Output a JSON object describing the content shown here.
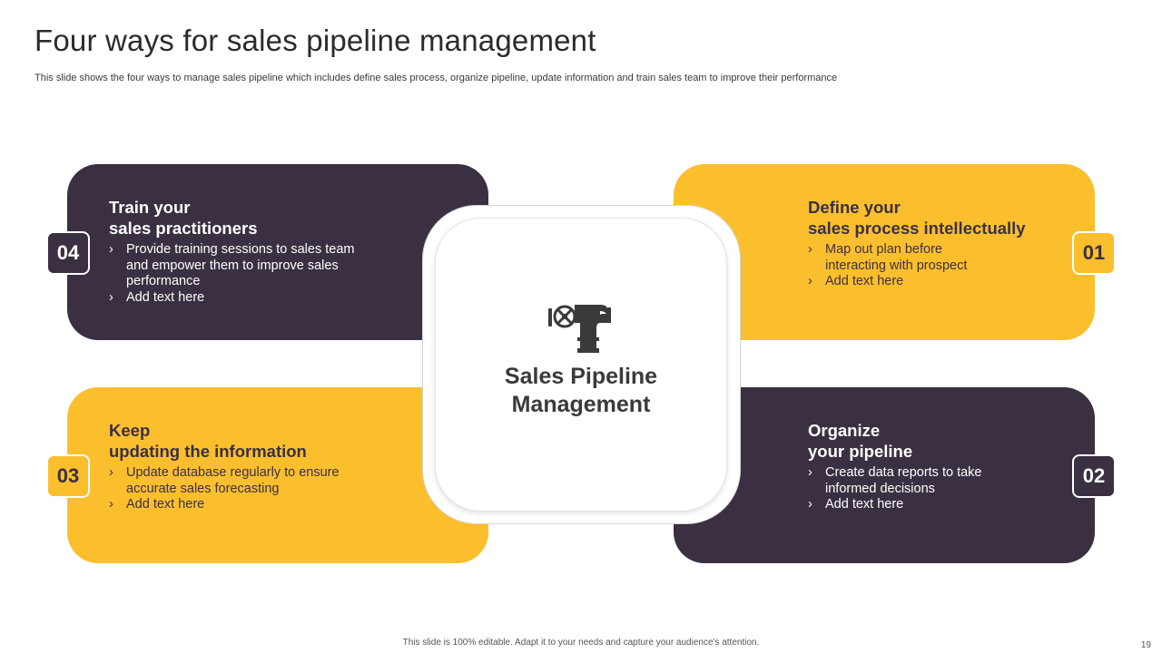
{
  "slide": {
    "title": "Four ways for sales pipeline management",
    "subtitle": "This slide shows the four ways to manage sales pipeline which includes define sales process, organize pipeline, update information and train sales team to improve their performance",
    "footer": "This slide is 100% editable. Adapt it to your needs and capture your audience's attention.",
    "page_number": "19"
  },
  "colors": {
    "dark": "#3a3041",
    "yellow": "#fbbf2e",
    "white": "#ffffff"
  },
  "center": {
    "icon": "pipe-valve-icon",
    "title_line1": "Sales Pipeline",
    "title_line2": "Management"
  },
  "steps": {
    "step01": {
      "number": "01",
      "title_line1": "Define your",
      "title_line2": "sales process intellectually",
      "bullets": [
        "Map out plan before interacting with prospect",
        "Add text here"
      ]
    },
    "step02": {
      "number": "02",
      "title_line1": "Organize",
      "title_line2": "your pipeline",
      "bullets": [
        "Create data reports to take informed decisions",
        "Add text here"
      ]
    },
    "step03": {
      "number": "03",
      "title_line1": "Keep",
      "title_line2": "updating the information",
      "bullets": [
        "Update database regularly to ensure accurate sales forecasting",
        "Add text here"
      ]
    },
    "step04": {
      "number": "04",
      "title_line1": "Train your",
      "title_line2": "sales practitioners",
      "bullets": [
        "Provide training sessions to sales team and empower them to improve sales performance",
        "Add text here"
      ]
    }
  }
}
